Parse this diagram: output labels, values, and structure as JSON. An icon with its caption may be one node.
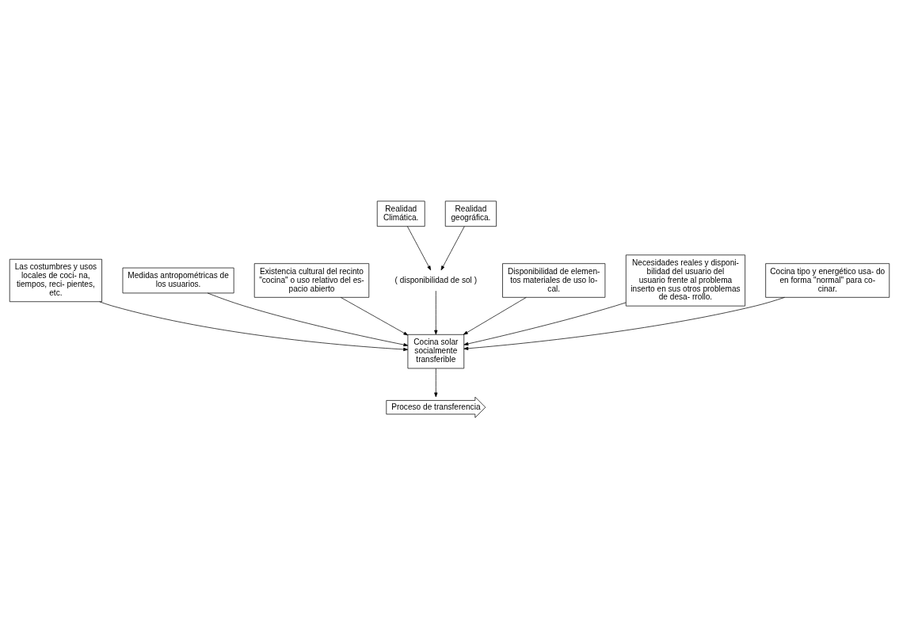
{
  "diagram": {
    "nodes": [
      {
        "text": [
          "Las costumbres y usos locales de coci- na, tiempos, reci- pientes, etc."
        ]
      },
      {
        "text": [
          "Medidas antropométricas de los usuarios."
        ]
      },
      {
        "text": [
          "Existencia cultural del recinto \"cocina\" o uso relativo del es- pacio abierto"
        ]
      },
      {
        "text": [
          "Cocina solar socialmente transferible"
        ]
      },
      {
        "text": [
          "Proceso de transferencia"
        ]
      },
      {
        "text": [
          "Realidad Climática."
        ]
      },
      {
        "text": [
          "( disponibilidad de sol )"
        ]
      },
      {
        "text": [
          "Realidad geográfica."
        ]
      },
      {
        "text": [
          "Disponibilidad de elemen- tos materiales de uso lo- cal."
        ]
      },
      {
        "text": [
          "Necesidades reales y disponi- bilidad del usuario del usuario frente al problema inserto en sus otros problemas de desa- rrollo."
        ]
      },
      {
        "text": [
          "Cocina tipo y energético usa- do en forma \"normal\" para co- cinar."
        ]
      }
    ],
    "edges": [
      {
        "from": 0,
        "to": 3,
        "arrow": "to"
      },
      {
        "from": 1,
        "to": 3,
        "arrow": "to"
      },
      {
        "from": 2,
        "to": 3,
        "arrow": "to"
      },
      {
        "from": 3,
        "to": 4,
        "arrow": "to"
      },
      {
        "from": 5,
        "to": 6,
        "arrow": "to"
      },
      {
        "from": 7,
        "to": 6,
        "arrow": "to"
      },
      {
        "from": 6,
        "to": 3,
        "arrow": "to"
      },
      {
        "from": 8,
        "to": 3,
        "arrow": "to"
      },
      {
        "from": 9,
        "to": 3,
        "arrow": "to"
      },
      {
        "from": 10,
        "to": 3,
        "arrow": "to"
      }
    ]
  }
}
